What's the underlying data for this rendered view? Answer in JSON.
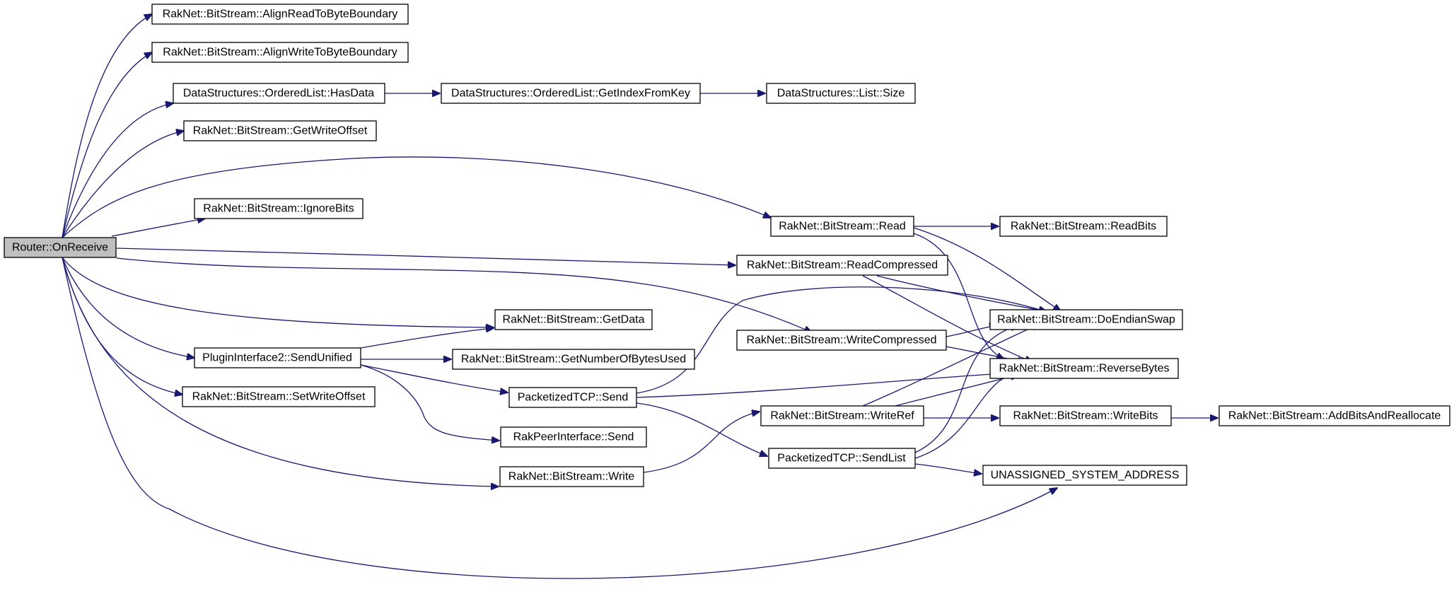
{
  "graph": {
    "colors": {
      "edge": "#191970",
      "root_fill": "#bfbfbf",
      "node_fill": "#ffffff",
      "border": "#000000"
    },
    "nodes": {
      "router_onreceive": "Router::OnReceive",
      "align_read": "RakNet::BitStream::AlignReadToByteBoundary",
      "align_write": "RakNet::BitStream::AlignWriteToByteBoundary",
      "ol_hasdata": "DataStructures::OrderedList::HasData",
      "ol_getindex": "DataStructures::OrderedList::GetIndexFromKey",
      "list_size": "DataStructures::List::Size",
      "get_write_offset": "RakNet::BitStream::GetWriteOffset",
      "ignore_bits": "RakNet::BitStream::IgnoreBits",
      "bs_read": "RakNet::BitStream::Read",
      "read_bits": "RakNet::BitStream::ReadBits",
      "read_compressed": "RakNet::BitStream::ReadCompressed",
      "do_endian_swap": "RakNet::BitStream::DoEndianSwap",
      "get_data": "RakNet::BitStream::GetData",
      "write_compressed": "RakNet::BitStream::WriteCompressed",
      "reverse_bytes": "RakNet::BitStream::ReverseBytes",
      "send_unified": "PluginInterface2::SendUnified",
      "get_num_bytes": "RakNet::BitStream::GetNumberOfBytesUsed",
      "set_write_offset": "RakNet::BitStream::SetWriteOffset",
      "ptcp_send": "PacketizedTCP::Send",
      "write_ref": "RakNet::BitStream::WriteRef",
      "write_bits": "RakNet::BitStream::WriteBits",
      "add_bits_realloc": "RakNet::BitStream::AddBitsAndReallocate",
      "rakpeer_send": "RakPeerInterface::Send",
      "ptcp_sendlist": "PacketizedTCP::SendList",
      "bs_write": "RakNet::BitStream::Write",
      "unassigned_addr": "UNASSIGNED_SYSTEM_ADDRESS"
    }
  }
}
